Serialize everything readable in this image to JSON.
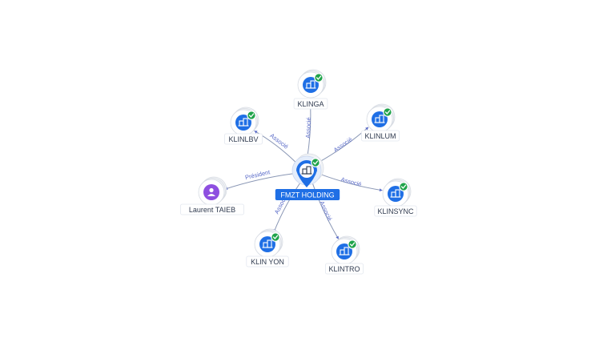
{
  "center": {
    "label": "FMZT HOLDING",
    "icon": "building-icon",
    "verified": true
  },
  "nodes": [
    {
      "id": "klinga",
      "label": "KLINGA",
      "type": "company",
      "icon": "building-icon",
      "verified": true,
      "relation": "Associé"
    },
    {
      "id": "klinlum",
      "label": "KLINLUM",
      "type": "company",
      "icon": "building-icon",
      "verified": true,
      "relation": "Associé"
    },
    {
      "id": "klinsync",
      "label": "KLINSYNC",
      "type": "company",
      "icon": "building-icon",
      "verified": true,
      "relation": "Associé"
    },
    {
      "id": "klintro",
      "label": "KLINTRO",
      "type": "company",
      "icon": "building-icon",
      "verified": true,
      "relation": "Associé"
    },
    {
      "id": "klinyon",
      "label": "KLIN YON",
      "type": "company",
      "icon": "building-icon",
      "verified": true,
      "relation": "Associé"
    },
    {
      "id": "laurent",
      "label": "Laurent TAIEB",
      "type": "person",
      "icon": "person-icon",
      "verified": false,
      "relation": "Président"
    },
    {
      "id": "klinlbv",
      "label": "KLINLBV",
      "type": "company",
      "icon": "building-icon",
      "verified": true,
      "relation": "Associé"
    }
  ],
  "colors": {
    "company": "#1f6fe5",
    "person": "#8e4fe0",
    "verified": "#1fa34a",
    "edge_label": "#5b6cc9"
  }
}
